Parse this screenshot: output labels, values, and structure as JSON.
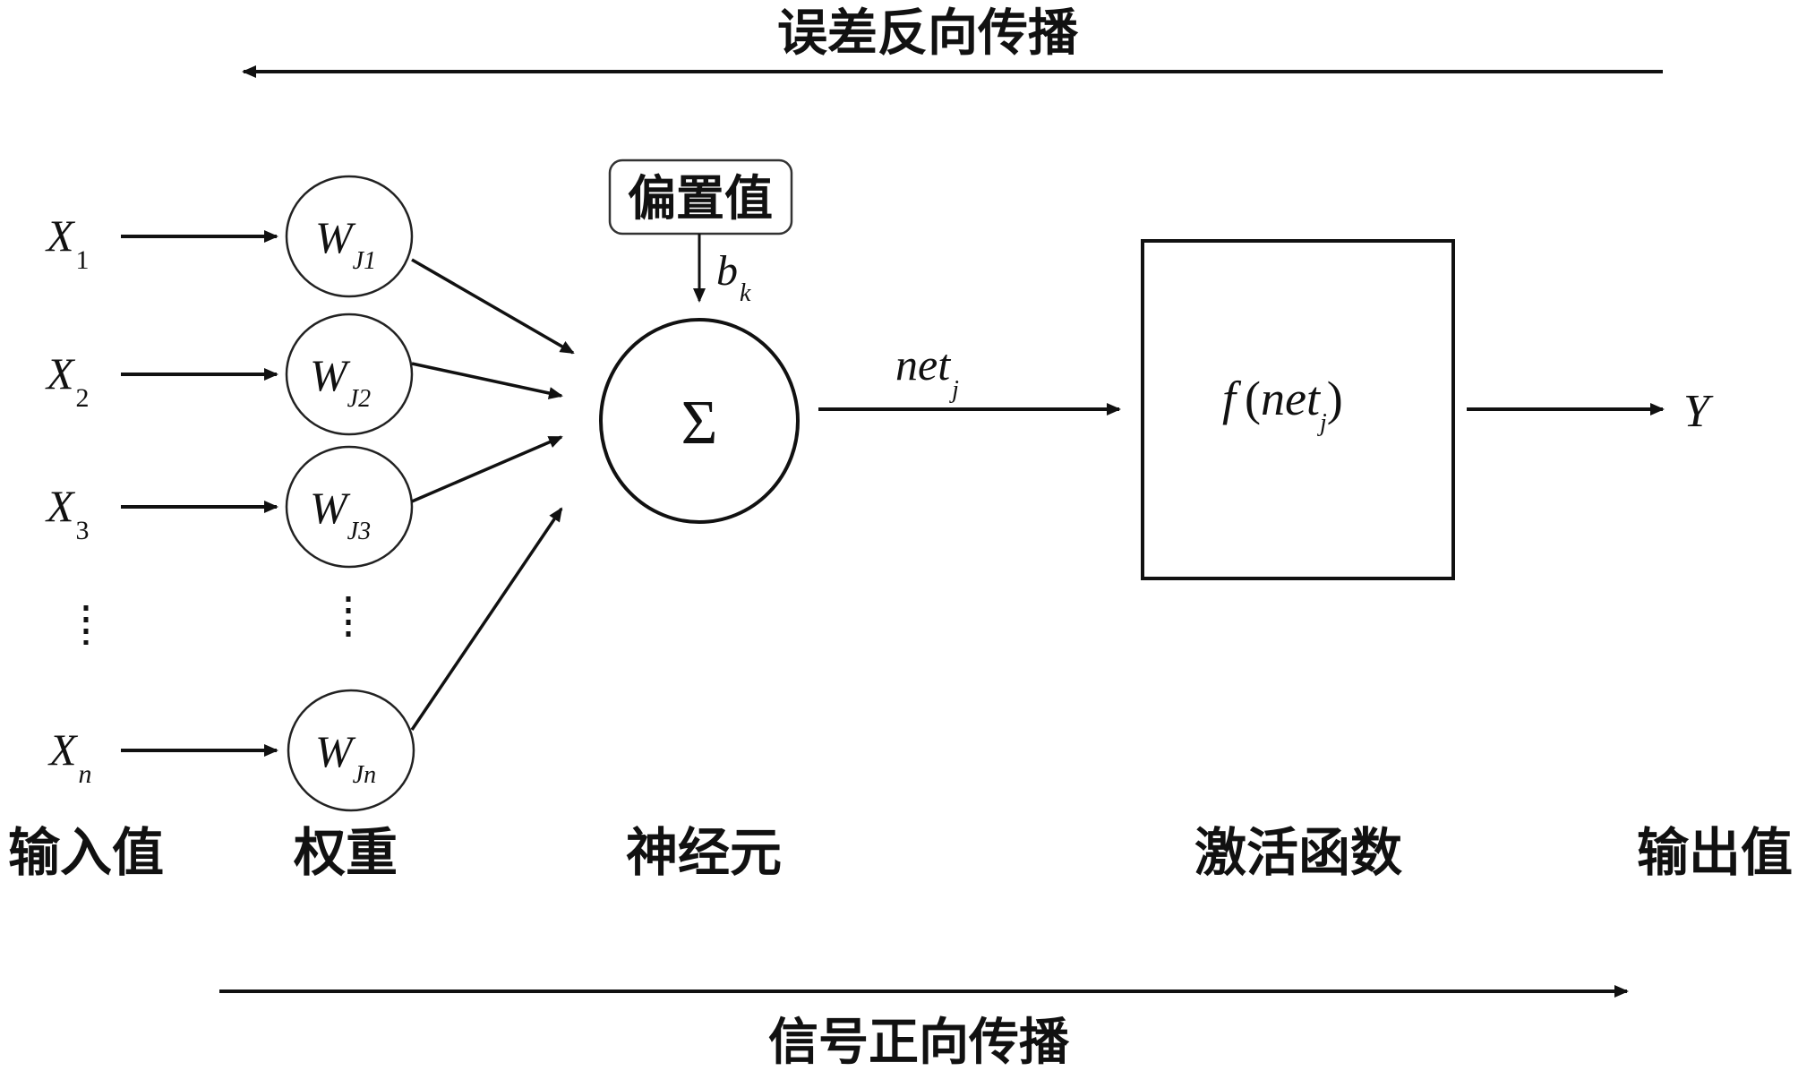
{
  "title_top": "误差反向传播",
  "title_bottom": "信号正向传播",
  "inputs": [
    {
      "symbol": "X",
      "sub": "1"
    },
    {
      "symbol": "X",
      "sub": "2"
    },
    {
      "symbol": "X",
      "sub": "3"
    },
    {
      "symbol": "X",
      "sub": "n"
    }
  ],
  "weights": [
    {
      "symbol": "W",
      "sub": "J1"
    },
    {
      "symbol": "W",
      "sub": "J2"
    },
    {
      "symbol": "W",
      "sub": "J3"
    },
    {
      "symbol": "W",
      "sub": "Jn"
    }
  ],
  "ellipsis": "⋮",
  "bias": {
    "label": "偏置值",
    "symbol": "b",
    "sub": "k"
  },
  "neuron": {
    "symbol": "Σ"
  },
  "net": {
    "symbol": "net",
    "sub": "j"
  },
  "activation": {
    "f": "f",
    "open": "(",
    "net": "net",
    "sub": "j",
    "close": ")"
  },
  "output": {
    "symbol": "Y"
  },
  "labels": {
    "inputs": "输入值",
    "weights": "权重",
    "neuron": "神经元",
    "activation": "激活函数",
    "output": "输出值"
  },
  "colors": {
    "stroke": "#111111",
    "background": "#ffffff"
  }
}
